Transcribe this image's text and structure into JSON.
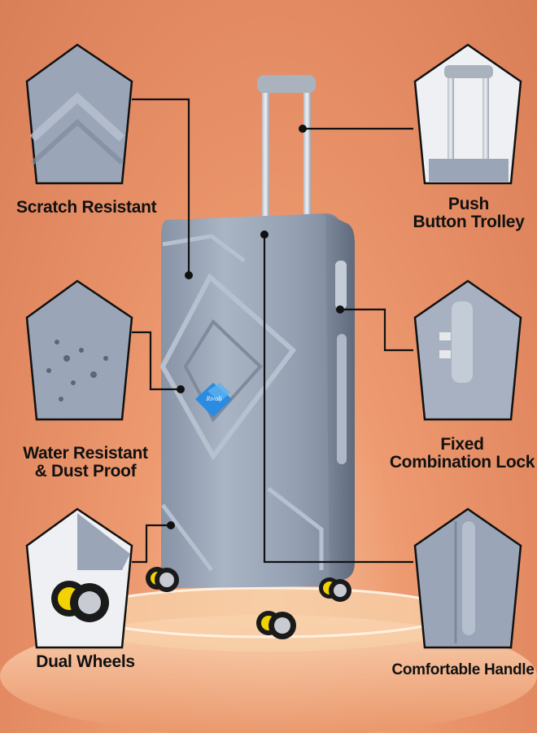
{
  "features": {
    "scratch": {
      "line1": "Scratch Resistant"
    },
    "trolley": {
      "line1": "Push",
      "line2": "Button Trolley"
    },
    "water": {
      "line1": "Water Resistant",
      "line2": "& Dust Proof"
    },
    "lock": {
      "line1": "Fixed",
      "line2": "Combination Lock"
    },
    "wheels": {
      "line1": "Dual Wheels"
    },
    "handle": {
      "line1": "Comfortable Handle"
    }
  },
  "logo": {
    "text": "Rivoli"
  },
  "colors": {
    "background": "#e38a62",
    "shell": "#9aa6b8",
    "wheel_accent": "#f2d200",
    "text": "#111111"
  }
}
